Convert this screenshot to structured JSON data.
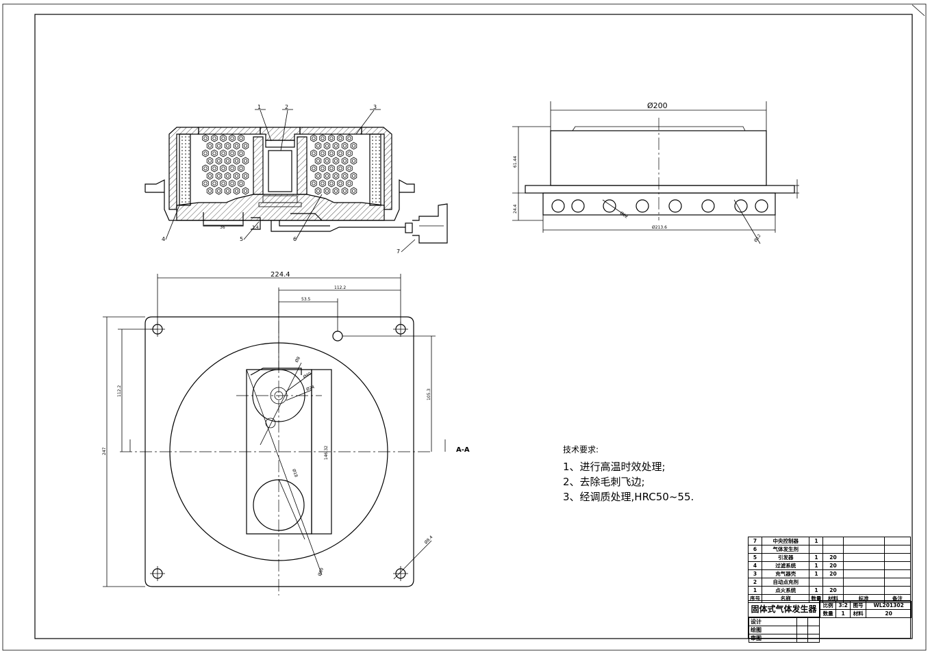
{
  "views": {
    "section": {
      "callouts": [
        "1",
        "2",
        "3",
        "4",
        "5",
        "6",
        "7"
      ],
      "dims": [
        "36",
        "3.4"
      ]
    },
    "side": {
      "dims": [
        "Ø200",
        "61.44",
        "24.4",
        "Ø213.6",
        "Ø12",
        "Ø12"
      ]
    },
    "plan": {
      "dims": [
        "224.4",
        "112.2",
        "53.5",
        "112.2",
        "105.3",
        "247",
        "146.32",
        "Ø8",
        "Ø40",
        "Ø24",
        "Ø18",
        "Ø60",
        "Ø8.4"
      ],
      "section_mark": "A-A"
    }
  },
  "notes": {
    "title": "技术要求:",
    "lines": [
      "1、进行高温时效处理;",
      "2、去除毛刺飞边;",
      "3、经调质处理,HRC50~55."
    ]
  },
  "parts_list": {
    "rows": [
      [
        "7",
        "中央控制器",
        "1",
        "",
        "",
        ""
      ],
      [
        "6",
        "气体发生剂",
        "",
        "",
        "",
        ""
      ],
      [
        "5",
        "引发器",
        "1",
        "20",
        "",
        ""
      ],
      [
        "4",
        "过滤系统",
        "1",
        "20",
        "",
        ""
      ],
      [
        "3",
        "充气器壳",
        "1",
        "20",
        "",
        ""
      ],
      [
        "2",
        "自动点充剂",
        "",
        "",
        "",
        ""
      ],
      [
        "1",
        "点火系统",
        "1",
        "20",
        "",
        ""
      ]
    ],
    "header": [
      "序号",
      "名称",
      "数量",
      "材料",
      "标准",
      "备注"
    ]
  },
  "title_block": {
    "name": "固体式气体发生器",
    "scale_label": "比例",
    "scale": "3:2",
    "drawing_no_label": "图号",
    "drawing_no": "WL201302",
    "qty_label": "数量",
    "qty": "1",
    "material_label": "材料",
    "material": "20",
    "roles": [
      "设计",
      "绘图",
      "审图"
    ]
  }
}
